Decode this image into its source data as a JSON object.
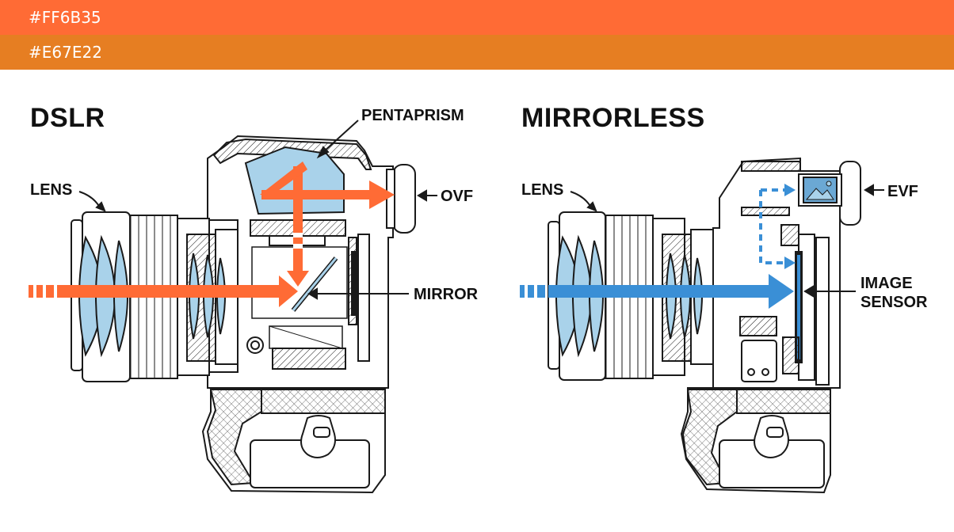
{
  "swatches": [
    {
      "text": "#FF6B35",
      "color": "#FF6B35"
    },
    {
      "text": "#E67E22",
      "color": "#E67E22"
    }
  ],
  "dslr": {
    "title": "DSLR",
    "labels": {
      "lens": "LENS",
      "pentaprism": "PENTAPRISM",
      "ovf": "OVF",
      "mirror": "MIRROR"
    }
  },
  "mirrorless": {
    "title": "MIRRORLESS",
    "labels": {
      "lens": "LENS",
      "evf": "EVF",
      "image_sensor_line1": "IMAGE",
      "image_sensor_line2": "SENSOR"
    }
  },
  "colors": {
    "dslr_light_path": "#FF6B35",
    "mirrorless_light_path": "#3A8FD6",
    "line": "#1a1a1a",
    "glass": "#A9D2EA",
    "evf_screen": "#6BA8D4"
  }
}
